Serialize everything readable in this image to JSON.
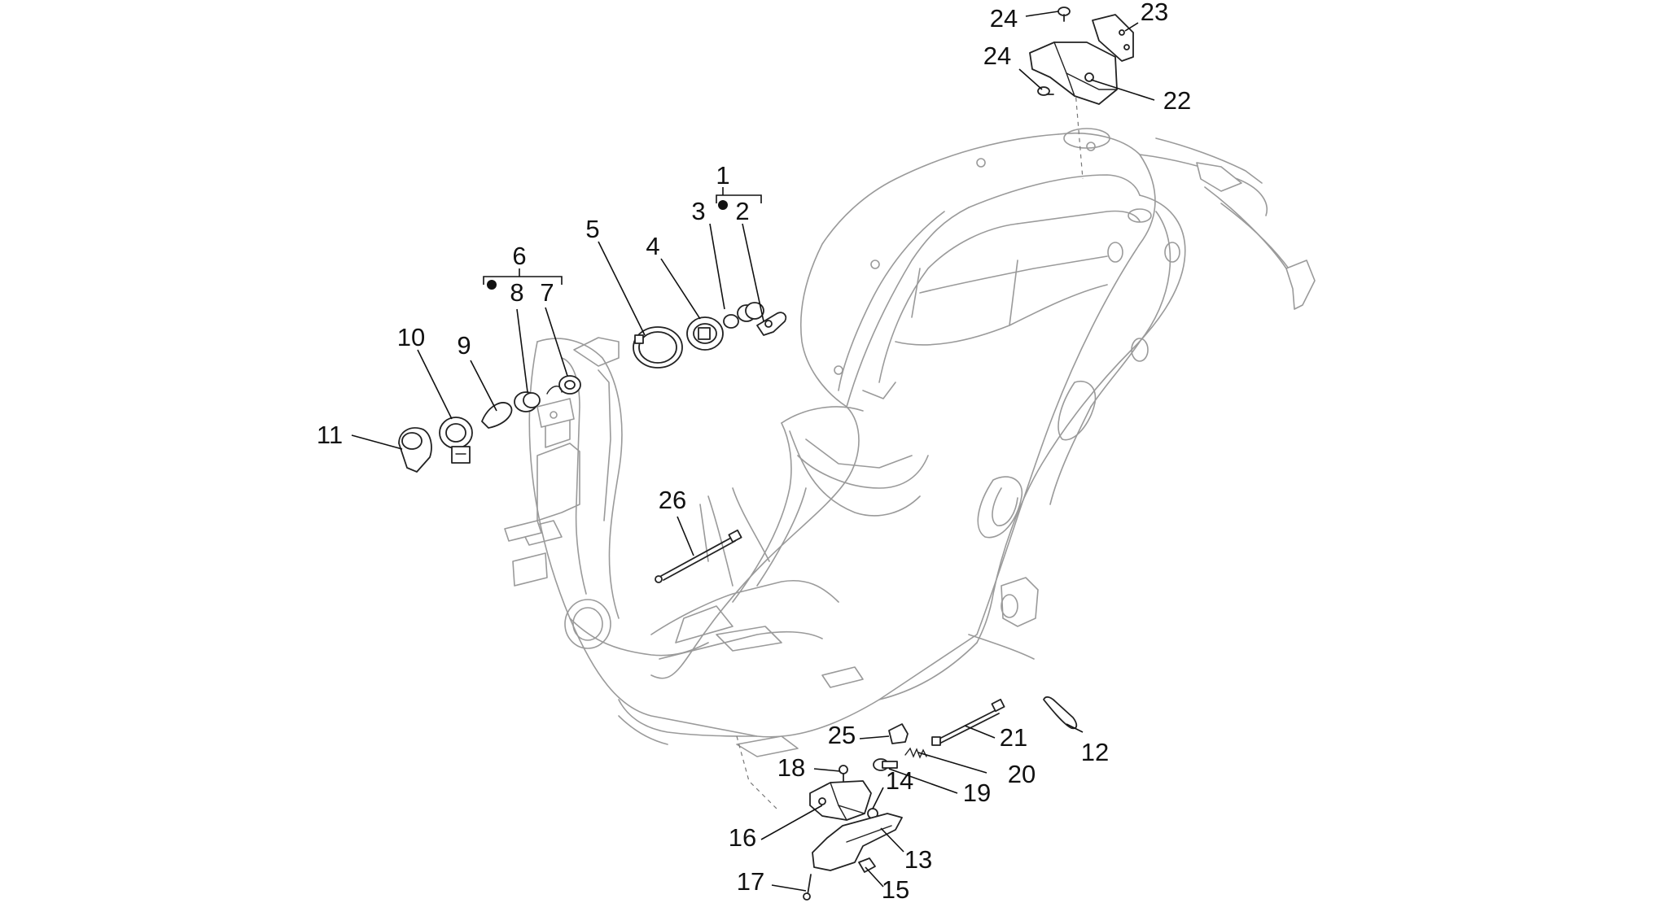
{
  "diagram": {
    "callouts": [
      {
        "id": "c1",
        "label": "1"
      },
      {
        "id": "c2",
        "label": "2"
      },
      {
        "id": "c3",
        "label": "3"
      },
      {
        "id": "c4",
        "label": "4"
      },
      {
        "id": "c5",
        "label": "5"
      },
      {
        "id": "c6",
        "label": "6"
      },
      {
        "id": "c7",
        "label": "7"
      },
      {
        "id": "c8",
        "label": "8"
      },
      {
        "id": "c9",
        "label": "9"
      },
      {
        "id": "c10",
        "label": "10"
      },
      {
        "id": "c11",
        "label": "11"
      },
      {
        "id": "c12",
        "label": "12"
      },
      {
        "id": "c13",
        "label": "13"
      },
      {
        "id": "c14",
        "label": "14"
      },
      {
        "id": "c15",
        "label": "15"
      },
      {
        "id": "c16",
        "label": "16"
      },
      {
        "id": "c17",
        "label": "17"
      },
      {
        "id": "c18",
        "label": "18"
      },
      {
        "id": "c19",
        "label": "19"
      },
      {
        "id": "c20",
        "label": "20"
      },
      {
        "id": "c21",
        "label": "21"
      },
      {
        "id": "c22",
        "label": "22"
      },
      {
        "id": "c23",
        "label": "23"
      },
      {
        "id": "c24a",
        "label": "24"
      },
      {
        "id": "c24b",
        "label": "24"
      },
      {
        "id": "c25",
        "label": "25"
      },
      {
        "id": "c26",
        "label": "26"
      }
    ],
    "colors": {
      "frame": "#9a9a9a",
      "part": "#222222",
      "text": "#111111",
      "background": "#ffffff"
    }
  }
}
